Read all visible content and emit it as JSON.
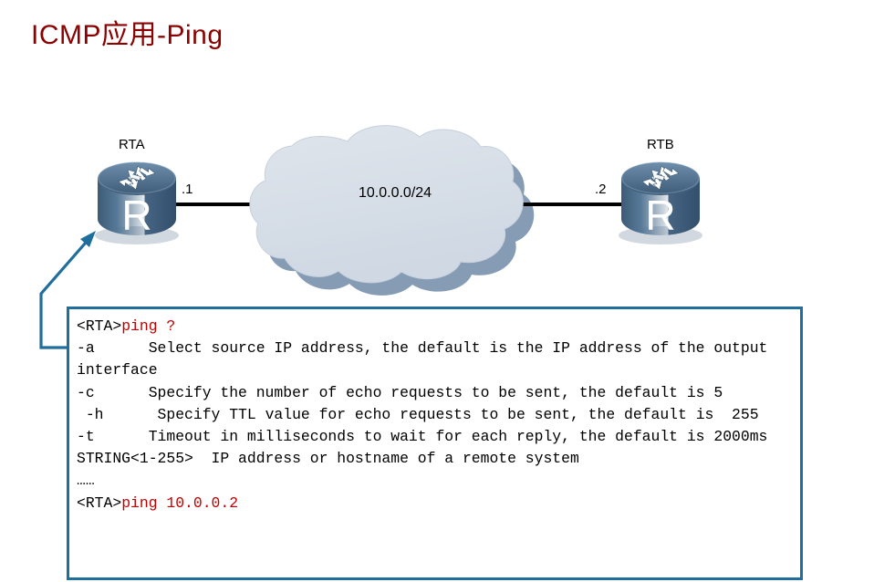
{
  "slide": {
    "title": "ICMP应用-Ping",
    "title_color": "#8B0000"
  },
  "diagram": {
    "type": "network-topology",
    "colors": {
      "router_body": "#4A6B8A",
      "router_top": "#5B7E9E",
      "cloud_fill": "#D5DCE5",
      "cloud_shadow": "#7E97B0",
      "link": "#000000",
      "callout": "#1F6E9C",
      "box_border": "#1F6E9C"
    },
    "nodes": [
      {
        "id": "rta",
        "label": "RTA",
        "icon": "router-icon",
        "glyph": "R"
      },
      {
        "id": "rtb",
        "label": "RTB",
        "icon": "router-icon",
        "glyph": "R"
      }
    ],
    "cloud": {
      "label": "10.0.0.0/24",
      "icon": "network-cloud-icon"
    },
    "interfaces": [
      {
        "id": "if-rta",
        "label": ".1"
      },
      {
        "id": "if-rtb",
        "label": ".2"
      }
    ],
    "callout": {
      "from": "console-box",
      "to": "rta",
      "icon": "callout-arrow-icon"
    }
  },
  "console": {
    "lines": [
      {
        "prompt": "<RTA>",
        "command": "ping ?"
      },
      {
        "text": "-a      Select source IP address, the default is the IP address of the output interface"
      },
      {
        "text": "-c      Specify the number of echo requests to be sent, the default is 5"
      },
      {
        "text": " -h      Specify TTL value for echo requests to be sent, the default is  255"
      },
      {
        "text": "-t      Timeout in milliseconds to wait for each reply, the default is 2000ms"
      },
      {
        "text": "STRING<1-255>  IP address or hostname of a remote system"
      },
      {
        "text": "……"
      },
      {
        "prompt": "<RTA>",
        "command": "ping 10.0.0.2"
      }
    ]
  }
}
